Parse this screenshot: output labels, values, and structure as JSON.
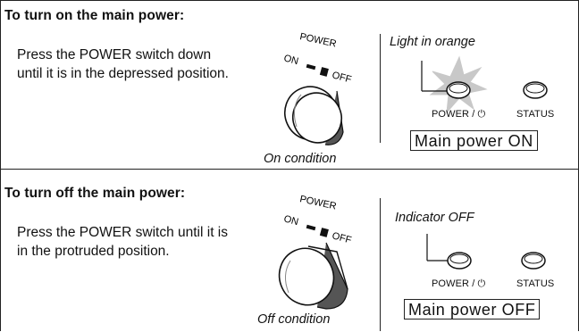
{
  "sections": [
    {
      "heading": "To turn on the main power:",
      "description": "Press the POWER switch down until it is in the depressed position.",
      "switch": {
        "label_power": "POWER",
        "label_on": "ON",
        "label_off": "OFF",
        "condition": "On condition"
      },
      "indicator_note": "Light in orange",
      "buttons": {
        "power": "POWER / ⏻",
        "status": "STATUS"
      },
      "status_text": "Main power ON",
      "colors": {
        "glow": "#c8c8c8"
      }
    },
    {
      "heading": "To turn off the main power:",
      "description": "Press the POWER switch until it is in the protruded position.",
      "switch": {
        "label_power": "POWER",
        "label_on": "ON",
        "label_off": "OFF",
        "condition": "Off condition"
      },
      "indicator_note": "Indicator OFF",
      "buttons": {
        "power": "POWER / ⏻",
        "status": "STATUS"
      },
      "status_text": "Main power OFF"
    }
  ]
}
